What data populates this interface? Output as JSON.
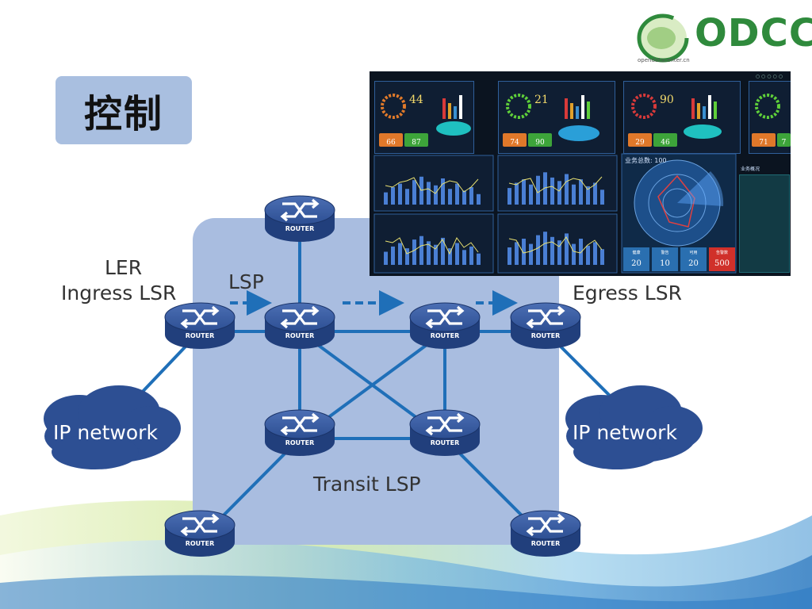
{
  "slide": {
    "title": "控制",
    "logo": {
      "wordmark": "ODCC",
      "url": "opendatacenter.cn"
    }
  },
  "diagram": {
    "labels": {
      "ler": "LER",
      "ingress": "Ingress LSR",
      "lsp": "LSP",
      "egress": "Egress LSR",
      "transit": "Transit LSP"
    },
    "clouds": [
      {
        "id": "left-cloud",
        "label": "IP network"
      },
      {
        "id": "right-cloud",
        "label": "IP network"
      }
    ],
    "router_label": "ROUTER",
    "colors": {
      "router": "#2d4f93",
      "link": "#1f6fb8",
      "domain": "#a9bde0",
      "cloud": "#2d4f93",
      "lsp_arrow": "#1f6fb8"
    }
  },
  "dashboard": {
    "gears": [
      {
        "value": "44",
        "kpi_a": "66",
        "kpi_b": "87"
      },
      {
        "value": "21",
        "kpi_a": "74",
        "kpi_b": "90"
      },
      {
        "value": "90",
        "kpi_a": "29",
        "kpi_b": "46"
      },
      {
        "value": "",
        "kpi_a": "71",
        "kpi_b": "7"
      }
    ],
    "radar_title": "业务总数: 100",
    "stats": [
      {
        "caption": "健康",
        "value": "20"
      },
      {
        "caption": "警告",
        "value": "10"
      },
      {
        "caption": "可用",
        "value": "20"
      },
      {
        "caption": "告警数",
        "value": "500"
      }
    ],
    "overview_title": "业务概况"
  }
}
